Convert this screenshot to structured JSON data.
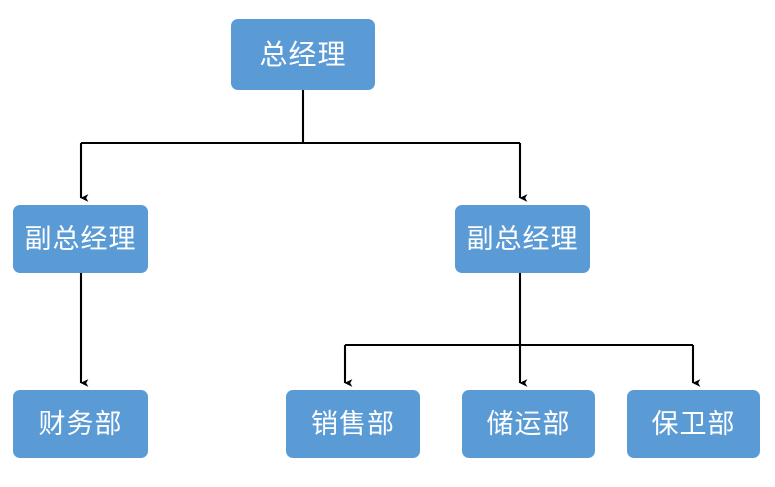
{
  "diagram": {
    "type": "org-chart",
    "title": "",
    "orientation": "top-down",
    "node_fill_color": "#5B9BD5",
    "node_text_color": "#FFFFFF",
    "connector_color": "#000000",
    "background_color": "#FFFFFF",
    "levels": [
      {
        "level": 1,
        "nodes": [
          {
            "id": "gm",
            "label": "总经理"
          }
        ]
      },
      {
        "level": 2,
        "nodes": [
          {
            "id": "vp_left",
            "label": "副总经理"
          },
          {
            "id": "vp_right",
            "label": "副总经理"
          }
        ]
      },
      {
        "level": 3,
        "nodes": [
          {
            "id": "finance",
            "label": "财务部"
          },
          {
            "id": "sales",
            "label": "销售部"
          },
          {
            "id": "storage",
            "label": "储运部"
          },
          {
            "id": "security",
            "label": "保卫部"
          }
        ]
      }
    ],
    "edges": [
      {
        "from": "gm",
        "to": "vp_left",
        "arrow": "down"
      },
      {
        "from": "gm",
        "to": "vp_right",
        "arrow": "down"
      },
      {
        "from": "vp_left",
        "to": "finance",
        "arrow": "down"
      },
      {
        "from": "vp_right",
        "to": "sales",
        "arrow": "down"
      },
      {
        "from": "vp_right",
        "to": "storage",
        "arrow": "down"
      },
      {
        "from": "vp_right",
        "to": "security",
        "arrow": "down"
      }
    ]
  }
}
